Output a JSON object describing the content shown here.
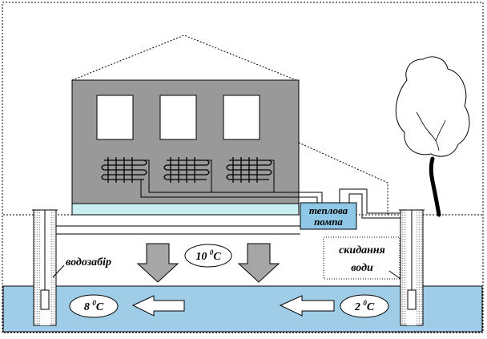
{
  "labels": {
    "heat_pump": [
      "теплова",
      "помпа"
    ],
    "intake": "водозабір",
    "discharge": [
      "скидання",
      "води"
    ]
  },
  "temperatures": {
    "ground": {
      "value": "10",
      "degree": "0",
      "unit": "C"
    },
    "water_left": {
      "value": "8",
      "degree": "0",
      "unit": "C"
    },
    "water_right": {
      "value": "2",
      "degree": "0",
      "unit": "C"
    }
  },
  "colors": {
    "house_wall": "#999999",
    "foundation": "#c8eef0",
    "heat_pump_box": "#8ec8e6",
    "groundwater": "#9fcde8",
    "arrow_fill": "#a6a6a6",
    "outline": "#000000"
  }
}
